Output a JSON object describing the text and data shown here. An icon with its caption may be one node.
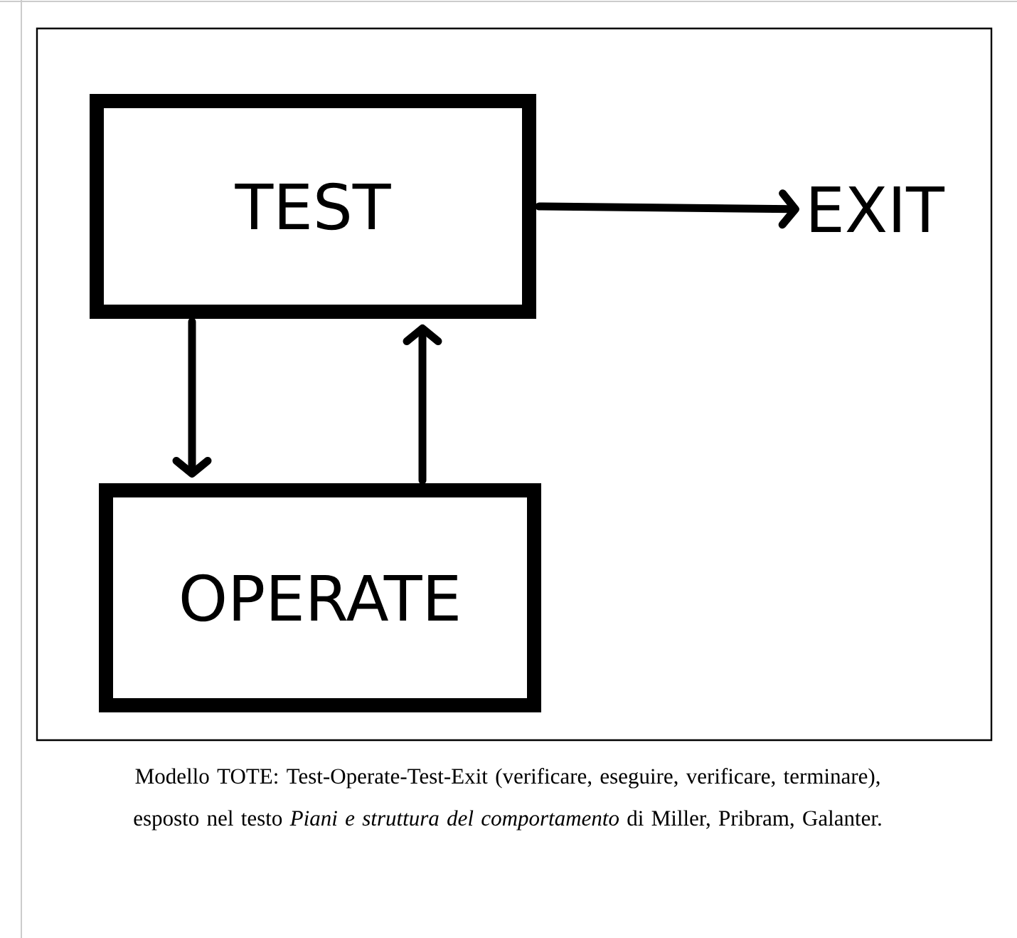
{
  "diagram": {
    "caption": "Modello TOTE: Test-Operate-Test-Exit (verificare, eseguire, verificare, terminare), esposto nel testo *Piani e struttura del comportamento* di Miller, Pribram, Galanter.",
    "nodes": [
      {
        "text": [
          "TEST"
        ]
      },
      {
        "text": [
          "OPERATE"
        ]
      },
      {
        "text": [
          "EXIT"
        ]
      }
    ],
    "edges": [
      {
        "from": 0,
        "to": 2,
        "arrow": "to"
      },
      {
        "from": 0,
        "to": 1,
        "arrow": "to"
      },
      {
        "from": 1,
        "to": 0,
        "arrow": "to"
      }
    ]
  }
}
